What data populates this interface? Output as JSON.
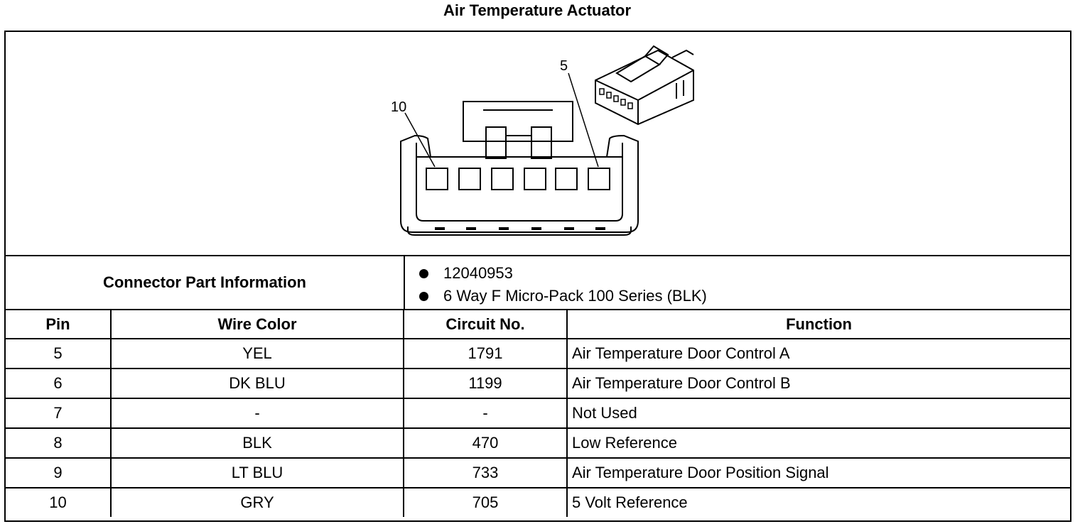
{
  "title": "Air Temperature Actuator",
  "diagram": {
    "callout_left": "10",
    "callout_right": "5"
  },
  "connector_info": {
    "label": "Connector Part Information",
    "items": [
      "12040953",
      "6 Way F Micro-Pack 100 Series (BLK)"
    ]
  },
  "table": {
    "headers": [
      "Pin",
      "Wire Color",
      "Circuit No.",
      "Function"
    ],
    "rows": [
      {
        "pin": "5",
        "wire": "YEL",
        "circuit": "1791",
        "function": "Air Temperature Door Control A"
      },
      {
        "pin": "6",
        "wire": "DK BLU",
        "circuit": "1199",
        "function": "Air Temperature Door Control B"
      },
      {
        "pin": "7",
        "wire": "-",
        "circuit": "-",
        "function": "Not Used"
      },
      {
        "pin": "8",
        "wire": "BLK",
        "circuit": "470",
        "function": "Low Reference"
      },
      {
        "pin": "9",
        "wire": "LT BLU",
        "circuit": "733",
        "function": "Air Temperature Door Position Signal"
      },
      {
        "pin": "10",
        "wire": "GRY",
        "circuit": "705",
        "function": "5 Volt Reference"
      }
    ]
  }
}
